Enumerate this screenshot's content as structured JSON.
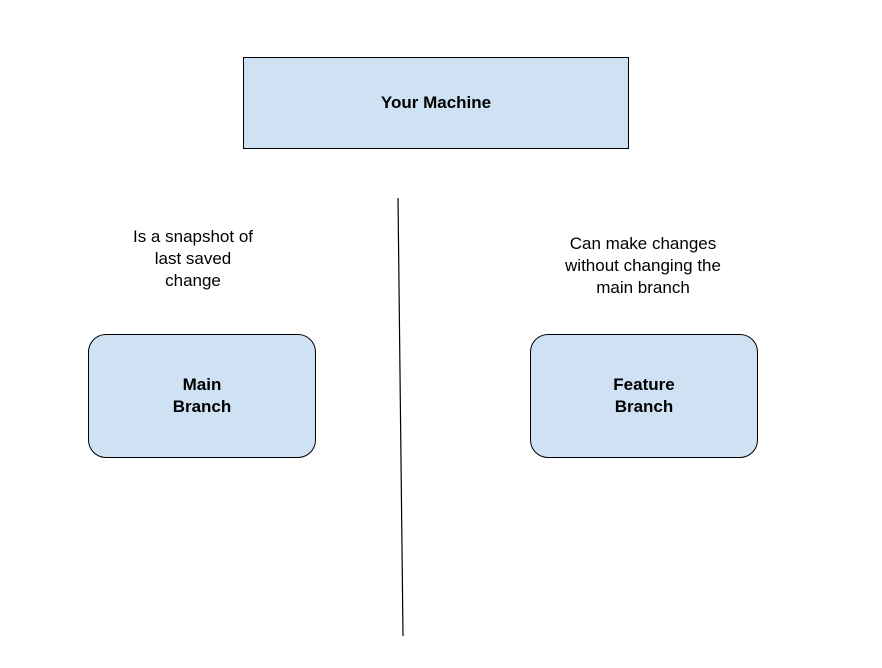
{
  "diagram": {
    "top_box": {
      "label": "Your Machine"
    },
    "main_branch": {
      "label_line1": "Main",
      "label_line2": "Branch",
      "note": "Is a snapshot of\nlast saved\nchange"
    },
    "feature_branch": {
      "label_line1": "Feature",
      "label_line2": "Branch",
      "note": "Can make changes\nwithout changing the\nmain branch"
    }
  },
  "colors": {
    "box_fill": "#cfe2f3",
    "stroke": "#000000",
    "background": "#ffffff"
  }
}
